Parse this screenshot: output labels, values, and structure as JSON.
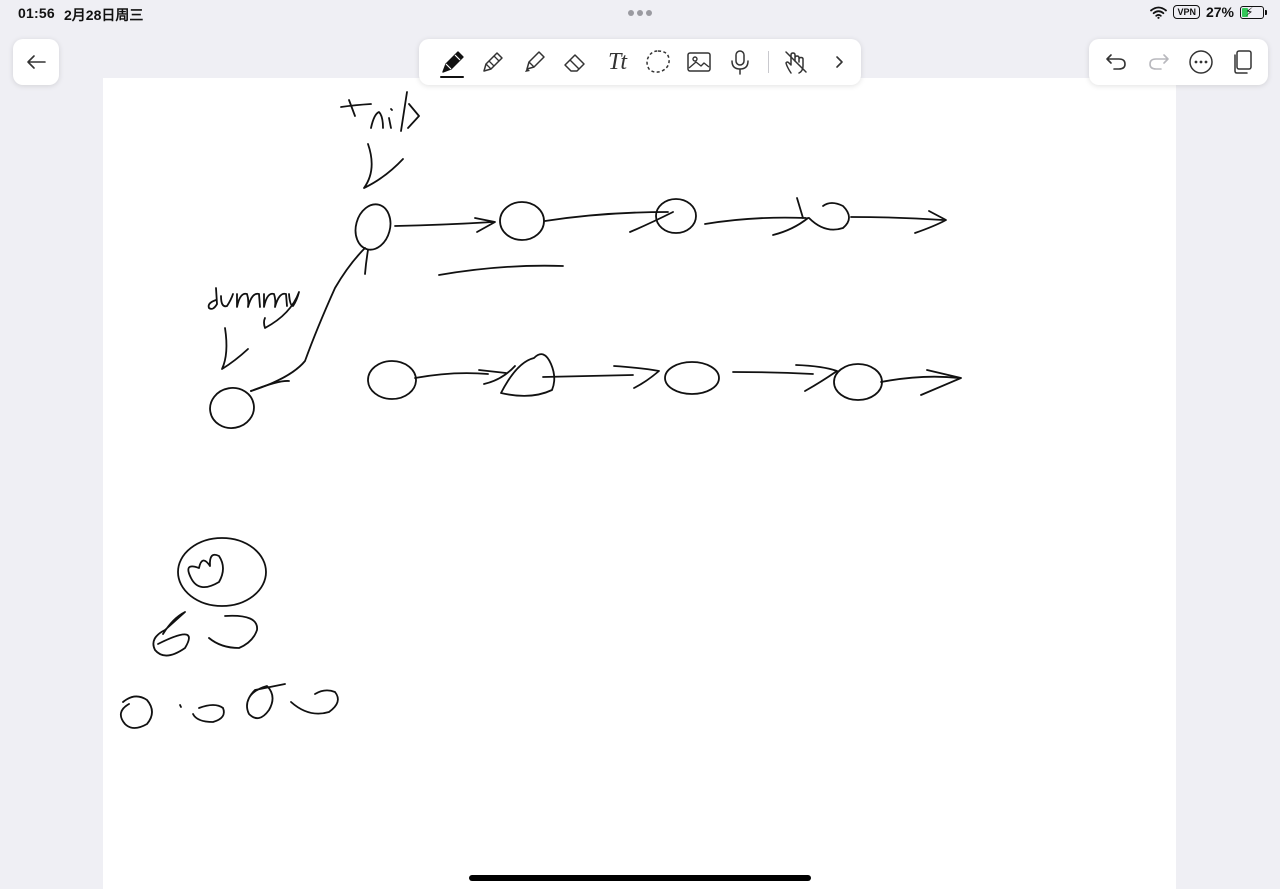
{
  "status_bar": {
    "time": "01:56",
    "date": "2月28日周三",
    "vpn": "VPN",
    "battery_percent": "27%",
    "battery_level": 0.27,
    "battery_color": "#34c759"
  },
  "toolbar": {
    "active_tool": "pen",
    "tools": [
      {
        "name": "pen",
        "icon": "pen-icon"
      },
      {
        "name": "pencil",
        "icon": "pencil-icon"
      },
      {
        "name": "highlighter",
        "icon": "highlighter-icon"
      },
      {
        "name": "eraser",
        "icon": "eraser-icon"
      },
      {
        "name": "text",
        "icon": "text-tool-icon",
        "label": "Tt"
      },
      {
        "name": "lasso",
        "icon": "lasso-icon"
      },
      {
        "name": "image",
        "icon": "image-icon"
      },
      {
        "name": "microphone",
        "icon": "microphone-icon"
      },
      {
        "name": "touch",
        "icon": "hand-touch-icon"
      },
      {
        "name": "more",
        "icon": "chevron-right-icon"
      }
    ]
  },
  "right_toolbar": {
    "icons": [
      "undo-icon",
      "redo-icon",
      "more-options-icon",
      "pages-icon"
    ]
  },
  "canvas": {
    "handwritten_words": [
      "tail",
      "dummy"
    ]
  }
}
